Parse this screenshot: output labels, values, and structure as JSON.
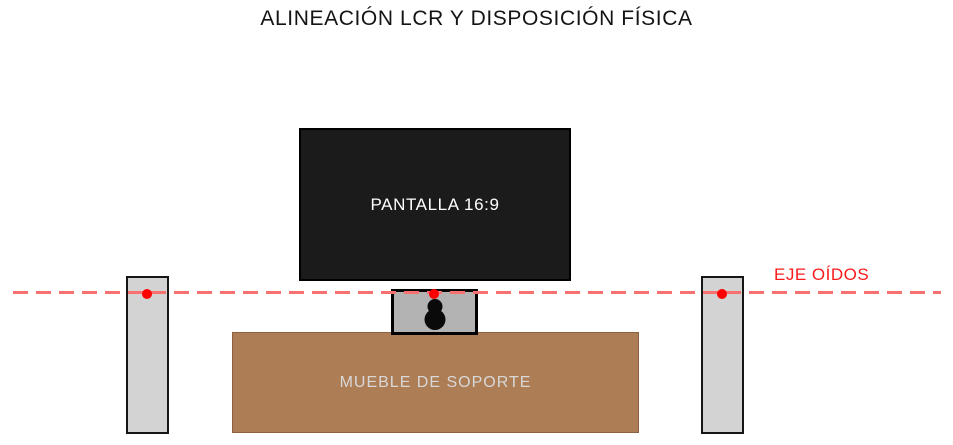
{
  "title": "ALINEACIÓN LCR Y DISPOSICIÓN FÍSICA",
  "diagram": {
    "screen": {
      "label": "PANTALLA 16:9",
      "fill": "#1b1b1b",
      "text_color": "#ffffff"
    },
    "furniture": {
      "label": "MUEBLE DE SOPORTE",
      "fill": "#ad7d55",
      "border_color": "#8d6140",
      "text_color": "#d8d8d8"
    },
    "ear_axis": {
      "label": "EJE OÍDOS",
      "label_color": "#fb1b1b",
      "line_color": "#f87070",
      "line_style": "dashed",
      "dot_color": "#ff0000",
      "dot_count": 3
    },
    "speakers": {
      "left": {
        "fill": "#d3d3d3",
        "border_color": "#161616"
      },
      "right": {
        "fill": "#d3d3d3",
        "border_color": "#161616"
      },
      "center": {
        "fill": "#b3b3b3",
        "border_color": "#000000",
        "driver_color": "#0a0a0a"
      }
    }
  }
}
